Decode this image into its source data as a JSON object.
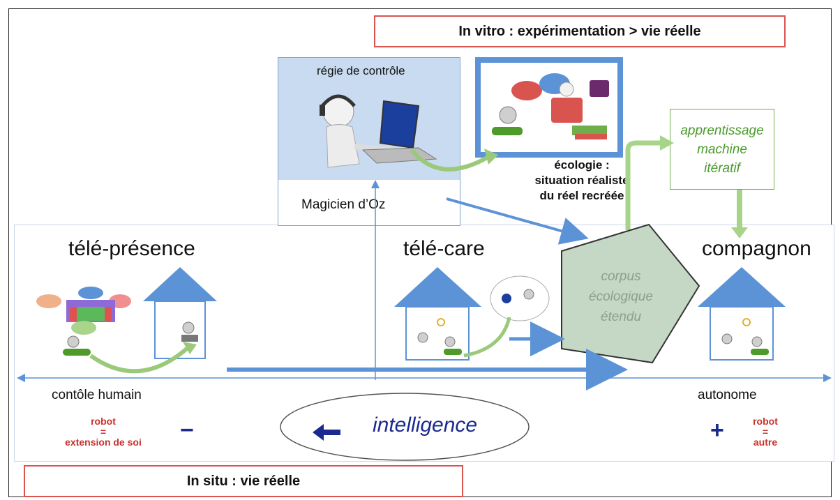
{
  "top_box": {
    "label": "In vitro : expérimentation > vie réelle"
  },
  "bottom_box": {
    "label": "In situ : vie réelle"
  },
  "control": {
    "label": "régie de contrôle",
    "method": "Magicien d’Oz"
  },
  "ecology": {
    "lines": [
      "écologie :",
      "situation réaliste",
      "du réel recréée"
    ]
  },
  "machine_learning": {
    "lines": [
      "apprentissage",
      "machine",
      "itératif"
    ]
  },
  "corpus": {
    "lines": [
      "corpus",
      "écologique",
      "étendu"
    ]
  },
  "stages": {
    "left": "télé-présence",
    "middle": "télé-care",
    "right": "compagnon"
  },
  "axis": {
    "left_label": "contôle humain",
    "right_label": "autonome"
  },
  "intelligence": {
    "label": "intelligence",
    "minus": "−",
    "plus": "+"
  },
  "robot_left": {
    "line1": "robot",
    "line2": "=",
    "line3": "extension de soi"
  },
  "robot_right": {
    "line1": "robot",
    "line2": "=",
    "line3": "autre"
  },
  "colors": {
    "red_border": "#d9534f",
    "blue_arrow": "#5b93d6",
    "green": "#6fae48",
    "navy": "#1b2a8f",
    "robot_red": "#c9302c"
  }
}
